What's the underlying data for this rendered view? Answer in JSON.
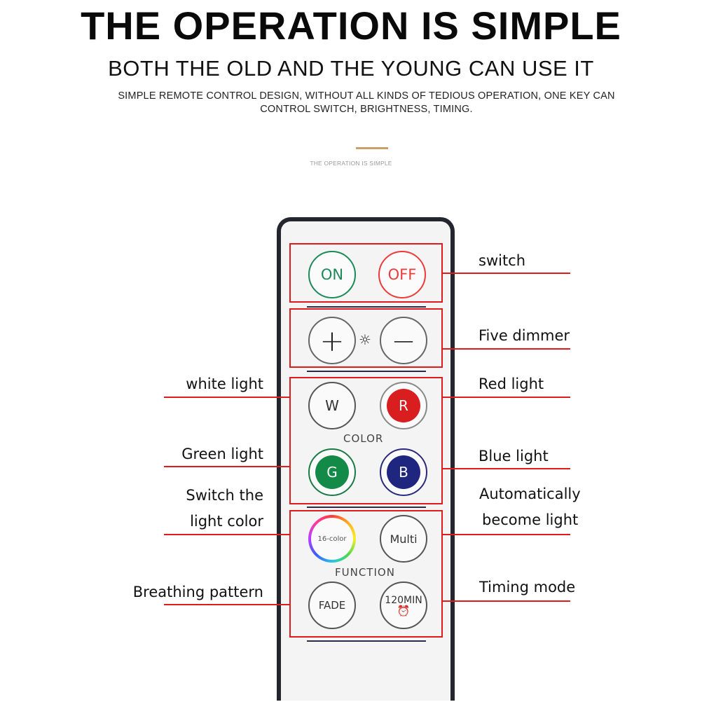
{
  "header": {
    "title": "THE OPERATION IS SIMPLE",
    "subtitle": "BOTH THE OLD AND THE YOUNG CAN USE IT",
    "description": "SIMPLE REMOTE CONTROL DESIGN, WITHOUT ALL KINDS OF TEDIOUS OPERATION, ONE KEY CAN CONTROL SWITCH, BRIGHTNESS, TIMING.",
    "small_caption": "THE OPERATION IS SIMPLE",
    "accent_color": "#c9a06a"
  },
  "remote": {
    "buttons": {
      "on": "ON",
      "off": "OFF",
      "plus": "+",
      "minus": "−",
      "sun": "☼",
      "white": "W",
      "red": "R",
      "green": "G",
      "blue": "B",
      "color16": "16-color",
      "multi": "Multi",
      "fade": "FADE",
      "timer": "120MIN",
      "timer_icon": "⏰"
    },
    "section_labels": {
      "color": "COLOR",
      "function": "FUNCTION"
    },
    "colors": {
      "on": "#1c8a58",
      "off": "#ec3b3b",
      "red": "#d81e1e",
      "green": "#148a48",
      "blue": "#1e2680",
      "highlight": "#e01b1b",
      "body_border": "#23252f"
    }
  },
  "callouts": {
    "switch": "switch",
    "five_dimmer": "Five dimmer",
    "white_light": "white light",
    "red_light": "Red light",
    "green_light": "Green light",
    "blue_light": "Blue light",
    "switch_color_1": "Switch the",
    "switch_color_2": "light color",
    "auto_light_1": "Automatically",
    "auto_light_2": "become light",
    "breathing": "Breathing pattern",
    "timing": "Timing mode"
  }
}
